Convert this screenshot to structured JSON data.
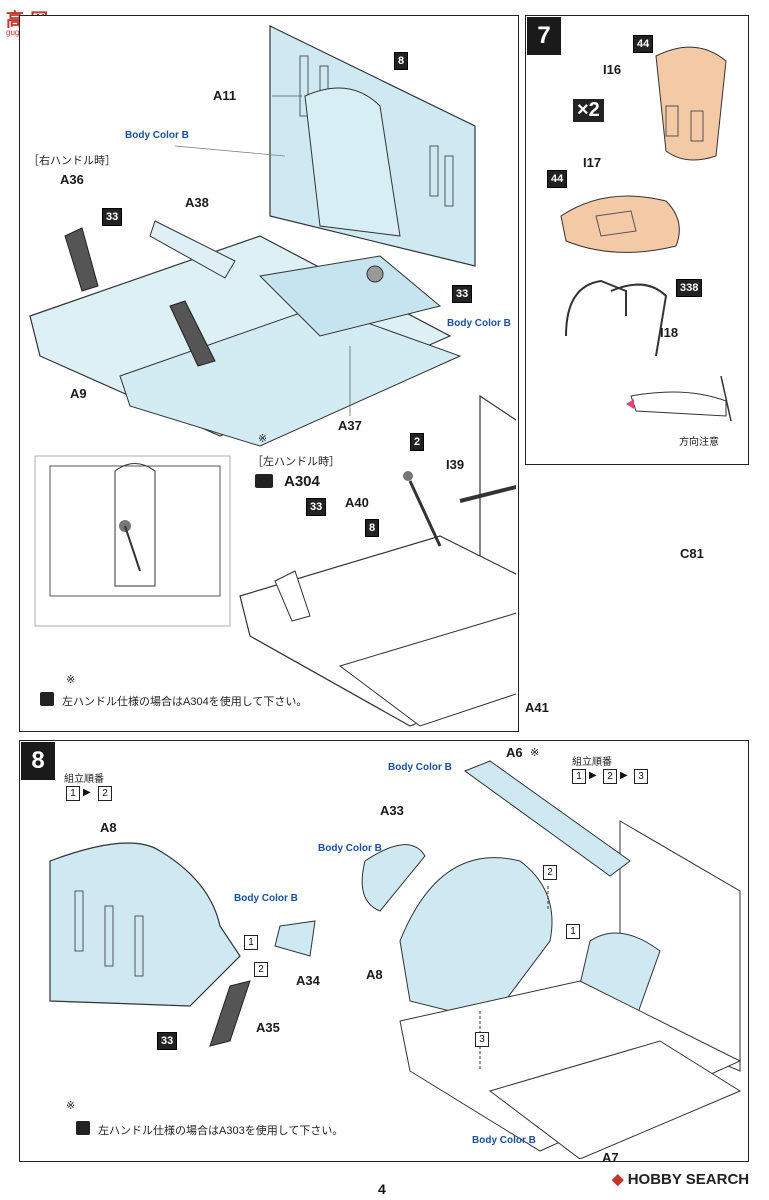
{
  "watermark": "gugu-shop.com",
  "step7": {
    "number": "7",
    "multiplier": "×2",
    "parts": {
      "i16": "I16",
      "i17": "I17",
      "i18": "I18"
    },
    "color_badges": {
      "seat_back": "44",
      "seat_base": "44",
      "stripe": "338"
    },
    "direction_note": "方向注意"
  },
  "step6": {
    "parts": {
      "a11": "A11",
      "a36": "A36",
      "a38": "A38",
      "a9": "A9",
      "a37": "A37",
      "i39": "I39",
      "a40": "A40",
      "c81": "C81",
      "a41": "A41",
      "a304": "A304"
    },
    "body_color_label": "Body Color B",
    "right_hand_label": "［右ハンドル時］",
    "left_hand_label": "［左ハンドル時］",
    "note_mark": "※",
    "color_badges": {
      "b8_top": "8",
      "b33_left": "33",
      "b33_right": "33",
      "b33_lefthand": "33",
      "b2": "2",
      "b8_mid": "8"
    },
    "footnote": "左ハンドル仕様の場合はA304を使用して下さい。"
  },
  "step8": {
    "number": "8",
    "order_label": "組立順番",
    "order_left": [
      "1",
      "2"
    ],
    "order_right": [
      "1",
      "2",
      "3"
    ],
    "parts": {
      "a8_left": "A8",
      "a34": "A34",
      "a35": "A35",
      "a33": "A33",
      "a6": "A6",
      "a8_right": "A8",
      "a7": "A7"
    },
    "note_mark": "※",
    "body_color_label": "Body Color B",
    "color_badges": {
      "b33": "33"
    },
    "footnote": "左ハンドル仕様の場合はA303を使用して下さい。"
  },
  "page_number": "4",
  "brand": "HOBBY SEARCH"
}
